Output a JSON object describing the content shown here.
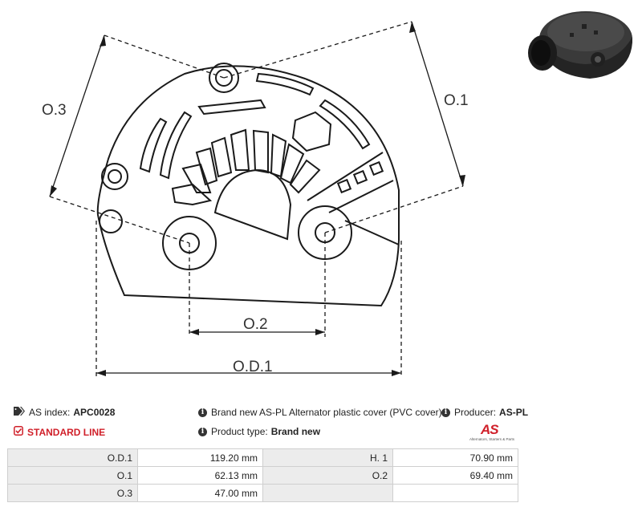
{
  "drawing": {
    "dim_labels": {
      "o3": "O.3",
      "o1": "O.1",
      "o2": "O.2",
      "od1": "O.D.1"
    }
  },
  "product_photo": {
    "icon": "alternator-cover-photo"
  },
  "info": {
    "as_index_label": "AS index:",
    "as_index_value": "APC0028",
    "standard_line": "STANDARD LINE",
    "description": "Brand new AS-PL Alternator plastic cover (PVC cover)",
    "product_type_label": "Product type:",
    "product_type_value": "Brand new",
    "producer_label": "Producer:",
    "producer_value": "AS-PL"
  },
  "logo": {
    "mark": "AS",
    "tagline": "Alternators, Starters & Parts"
  },
  "specs": {
    "rows": [
      {
        "l1": "O.D.1",
        "v1": "119.20 mm",
        "l2": "H. 1",
        "v2": "70.90 mm"
      },
      {
        "l1": "O.1",
        "v1": "62.13 mm",
        "l2": "O.2",
        "v2": "69.40 mm"
      },
      {
        "l1": "O.3",
        "v1": "47.00 mm",
        "l2": "",
        "v2": ""
      }
    ]
  },
  "colors": {
    "accent": "#d0202a",
    "label_bg": "#ececec",
    "line": "#1a1a1a"
  }
}
